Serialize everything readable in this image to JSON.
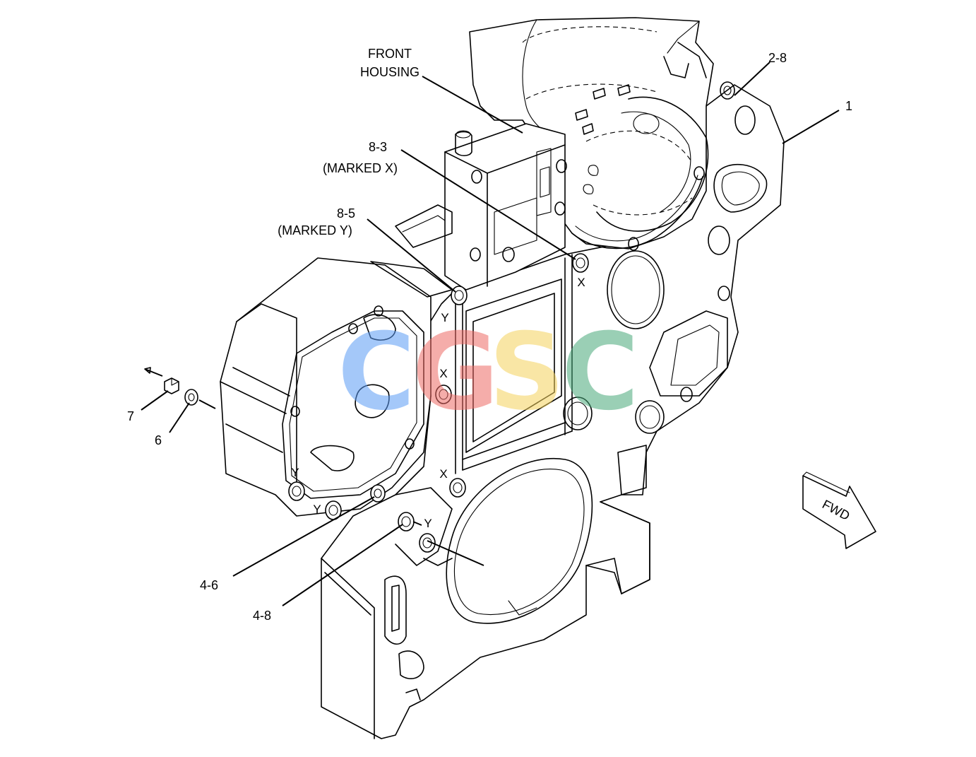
{
  "callouts": {
    "front_housing_line1": "FRONT",
    "front_housing_line2": "HOUSING",
    "c_2_8": "2-8",
    "c_1": "1",
    "c_8_3": "8-3",
    "c_8_3_note": "(MARKED X)",
    "c_8_5": "8-5",
    "c_8_5_note": "(MARKED Y)",
    "c_7": "7",
    "c_6": "6",
    "c_4_6": "4-6",
    "c_4_8": "4-8"
  },
  "bolt_marks": {
    "x_upper_right": "X",
    "y_upper": "Y",
    "x_center": "X",
    "x_lower": "X",
    "y_left_a": "Y",
    "y_left_b": "Y",
    "y_bottom": "Y"
  },
  "direction_arrow": {
    "label": "FWD"
  },
  "watermark": {
    "letters": [
      "C",
      "G",
      "S",
      "C"
    ],
    "colors": [
      "#5b9cf5",
      "#ee6b66",
      "#f5d25c",
      "#48a97a"
    ]
  }
}
